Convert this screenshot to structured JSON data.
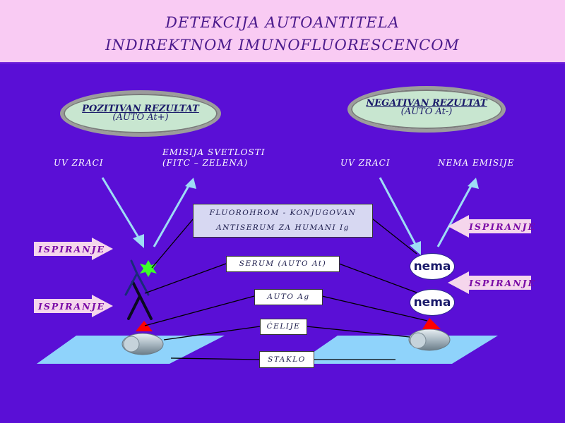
{
  "title": {
    "line1": "DETEKCIJA AUTOANTITELA",
    "line2": "INDIREKTNOM IMUNOFLUORESCENCOM"
  },
  "positive": {
    "heading": "POZITIVAN REZULTAT",
    "sub": "(AUTO At+)"
  },
  "negative": {
    "heading": "NEGATIVAN REZULTAT",
    "sub": "(AUTO At-)"
  },
  "labels": {
    "uv_left": "UV ZRACI",
    "emission_line1": "EMISIJA SVETLOSTI",
    "emission_line2": "(FITC – ZELENA)",
    "uv_right": "UV ZRACI",
    "no_emission": "NEMA EMISIJE"
  },
  "boxes": {
    "fluoro_line1": "FLUOROHROM - KONJUGOVAN",
    "fluoro_line2": "ANTISERUM ZA HUMANI Ig",
    "serum": "SERUM (AUTO At)",
    "auto_ag": "AUTO Ag",
    "celije": "ĆELIJE",
    "staklo": "STAKLO"
  },
  "washing": [
    "ISPIRANJE",
    "ISPIRANJE",
    "ISPIRANJE",
    "ISPIRANJE"
  ],
  "nema": [
    "nema",
    "nema"
  ],
  "colors": {
    "background": "#5a0fd6",
    "title_band": "#f9cbf3",
    "arrow_uv": "#7fd0f0",
    "glass": "#8fd3fb",
    "antigen": "#ff0000",
    "fitc": "#3cff2a"
  }
}
